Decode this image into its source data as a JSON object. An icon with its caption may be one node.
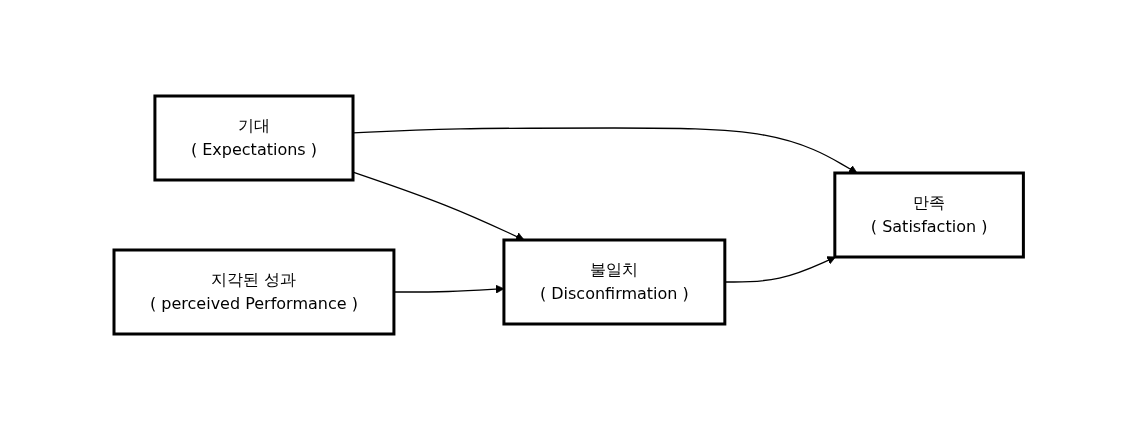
{
  "diagram": {
    "nodes": [
      {
        "text": [
          "기대",
          "( Expectations )"
        ]
      },
      {
        "text": [
          "불일치",
          "( Disconfirmation )"
        ]
      },
      {
        "text": [
          "만족",
          "( Satisfaction )"
        ]
      },
      {
        "text": [
          "지각된 성과",
          "( perceived Performance )"
        ]
      }
    ],
    "edges": [
      {
        "from": 0,
        "to": 1,
        "arrow": "to"
      },
      {
        "from": 0,
        "to": 2,
        "arrow": "to"
      },
      {
        "from": 3,
        "to": 1,
        "arrow": "to"
      },
      {
        "from": 1,
        "to": 2,
        "arrow": "to"
      }
    ]
  }
}
